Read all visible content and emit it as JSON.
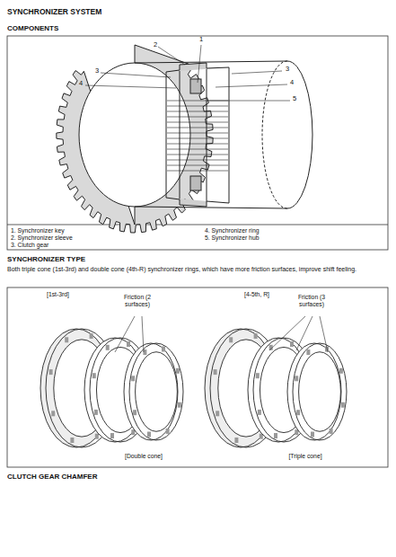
{
  "diagram": {
    "title": "SYNCHRONIZER SYSTEM",
    "labels": [
      "COMPONENTS",
      "1",
      "2",
      "3",
      "3",
      "4",
      "4",
      "5",
      "1. Synchronizer key",
      "2. Synchronizer sleeve",
      "3. Clutch gear",
      "4. Synchronizer ring",
      "5. Synchronizer hub",
      "SYNCHRONIZER TYPE",
      "Both triple cone (1st-3rd) and double cone (4th-R) synchronizer rings, which have more friction surfaces, improve shift feeling.",
      "[1st-3rd]",
      "Friction (2 surfaces)",
      "[4-5th, R]",
      "Friction (3 surfaces)",
      "[Double cone]",
      "[Triple cone]",
      "CLUTCH GEAR CHAMFER"
    ]
  }
}
